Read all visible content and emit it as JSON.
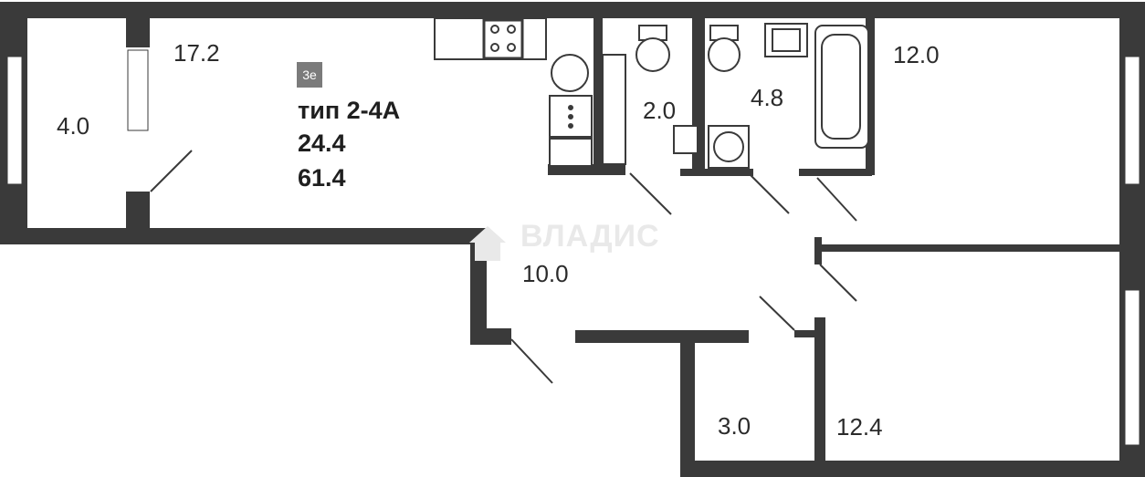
{
  "plan": {
    "badge": "3e",
    "type_label": "тип 2-4А",
    "living_area": "24.4",
    "total_area": "61.4",
    "rooms": [
      {
        "id": "balcony",
        "area": "4.0"
      },
      {
        "id": "kitchen-living",
        "area": "17.2"
      },
      {
        "id": "wc",
        "area": "2.0"
      },
      {
        "id": "bathroom",
        "area": "4.8"
      },
      {
        "id": "bedroom-1",
        "area": "12.0"
      },
      {
        "id": "hall",
        "area": "10.0"
      },
      {
        "id": "storage",
        "area": "3.0"
      },
      {
        "id": "bedroom-2",
        "area": "12.4"
      }
    ],
    "watermark": "ВЛАДИС",
    "colors": {
      "wall": "#3a3a3a",
      "fixture": "#3a3a3a",
      "watermark": "#e9e9e9",
      "badge": "#7b7b7b"
    }
  }
}
